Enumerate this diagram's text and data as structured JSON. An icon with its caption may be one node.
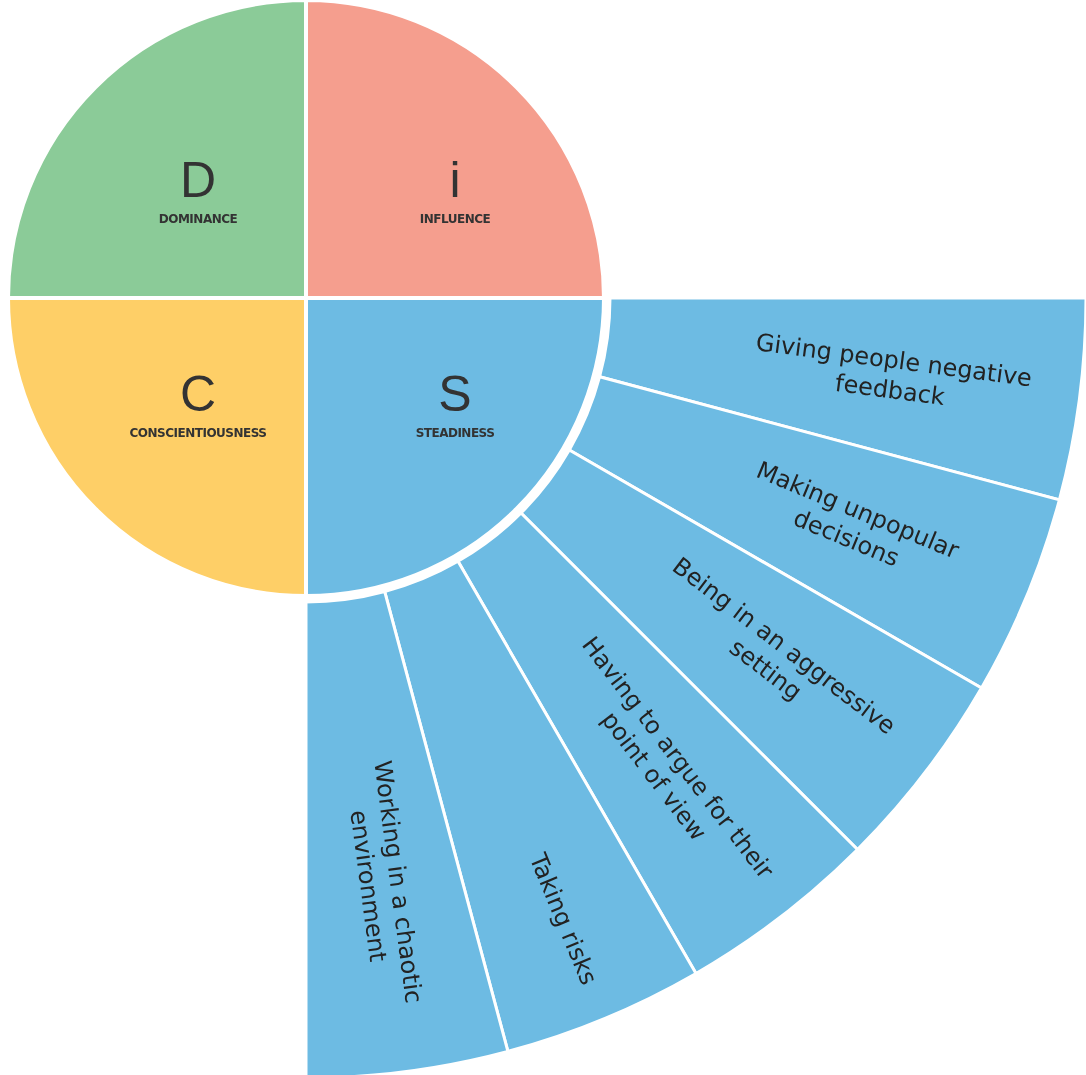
{
  "diagram": {
    "nodes": [
      {
        "text": [
          "D",
          "DOMINANCE"
        ]
      },
      {
        "text": [
          "i",
          "INFLUENCE"
        ]
      },
      {
        "text": [
          "C",
          "CONSCIENTIOUSNESS"
        ]
      },
      {
        "text": [
          "S",
          "STEADINESS"
        ]
      },
      {
        "text": [
          "Giving people negative feedback"
        ]
      },
      {
        "text": [
          "Making unpopular decisions"
        ]
      },
      {
        "text": [
          "Being in an aggressive setting"
        ]
      },
      {
        "text": [
          "Having to argue for their point of view"
        ]
      },
      {
        "text": [
          "Taking risks"
        ]
      },
      {
        "text": [
          "Working in a chaotic environment"
        ]
      }
    ]
  }
}
